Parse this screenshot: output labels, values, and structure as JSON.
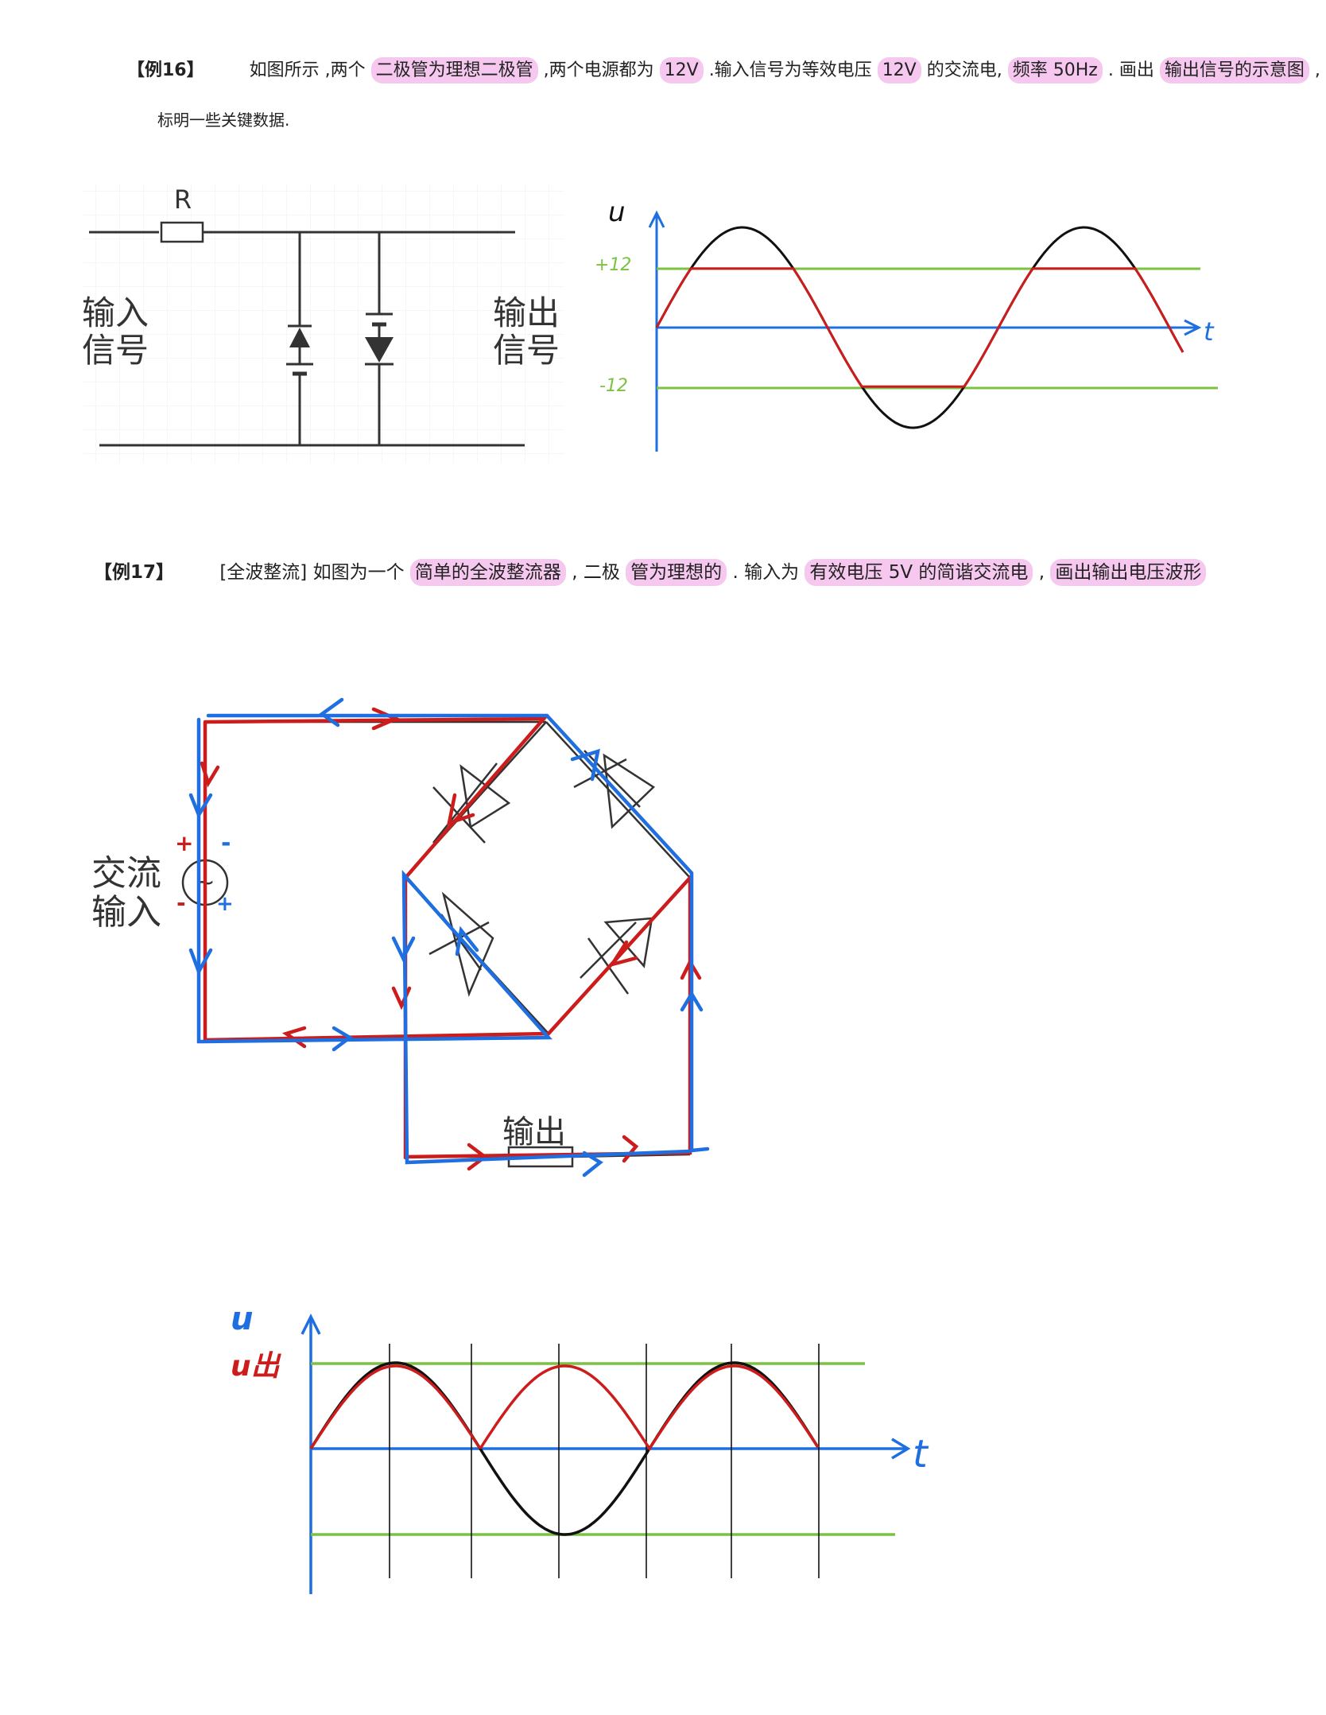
{
  "ex16": {
    "tag": "【例16】",
    "segments": [
      {
        "t": "如图所示 ,两个",
        "hl": false
      },
      {
        "t": "二极管为理想二极管",
        "hl": true
      },
      {
        "t": " ,两个电源都为 ",
        "hl": false
      },
      {
        "t": "12V",
        "hl": true
      },
      {
        "t": ".输入信号为等效电压 ",
        "hl": false
      },
      {
        "t": "12V",
        "hl": true
      },
      {
        "t": " 的交流电,",
        "hl": false
      },
      {
        "t": "频率 50Hz",
        "hl": true
      },
      {
        "t": ". 画出",
        "hl": false
      },
      {
        "t": "输出信号的示意图",
        "hl": true
      },
      {
        "t": " ,",
        "hl": false
      }
    ],
    "line2": "标明一些关键数据.",
    "circuit": {
      "resistor_label": "R",
      "input_label_1": "输入",
      "input_label_2": "信号",
      "output_label_1": "输出",
      "output_label_2": "信号"
    },
    "graph": {
      "y_label": "u",
      "x_label": "t",
      "upper_level": "+12",
      "lower_level": "-12"
    }
  },
  "ex17": {
    "tag": "【例17】",
    "segments": [
      {
        "t": "[全波整流]  如图为一个",
        "hl": false
      },
      {
        "t": "简单的全波整流器",
        "hl": true
      },
      {
        "t": " , 二极",
        "hl": false
      },
      {
        "t": "管为理想的",
        "hl": true
      },
      {
        "t": ".  输入为",
        "hl": false
      },
      {
        "t": "有效电压 5V 的简谐交流电",
        "hl": true
      },
      {
        "t": " , ",
        "hl": false
      },
      {
        "t": "画出输出电压波形",
        "hl": true
      }
    ],
    "circuit": {
      "ac_label_1": "交流",
      "ac_label_2": "输入",
      "output_label": "输出",
      "plus": "+",
      "minus": "-"
    },
    "graph": {
      "y_label_1": "u",
      "y_label_2": "u出",
      "x_label": "t"
    }
  },
  "colors": {
    "highlight": "#f6c8ef",
    "blue": "#1f6fe0",
    "red": "#cc1c1c",
    "green": "#7cc242",
    "black": "#111111"
  }
}
